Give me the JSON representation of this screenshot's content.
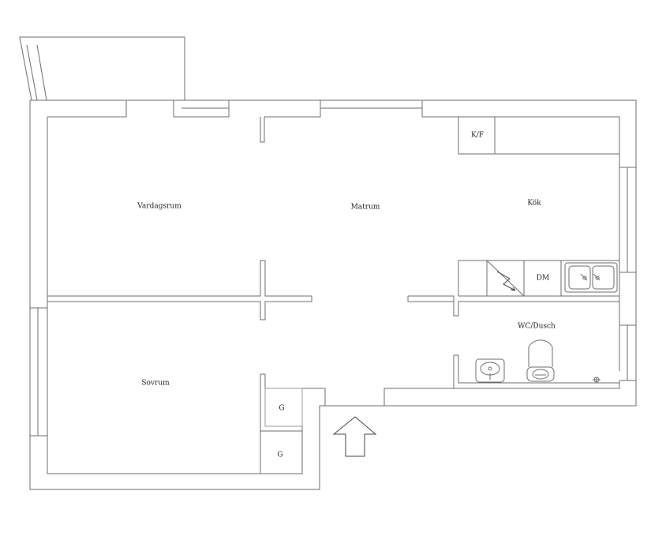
{
  "rooms": {
    "vardagsrum": "Vardagsrum",
    "matrum": "Matrum",
    "kok": "Kök",
    "sovrum": "Sovrum",
    "wc": "WC/Dusch"
  },
  "fixtures": {
    "fridge_freezer": "K/F",
    "dishwasher": "DM",
    "wardrobe_1": "G",
    "wardrobe_2": "G"
  },
  "icons": {
    "entrance": "entrance-arrow-icon",
    "stove": "stove-icon",
    "sink": "kitchen-sink-icon",
    "washbasin": "washbasin-icon",
    "toilet": "toilet-icon",
    "drain": "floor-drain-icon"
  }
}
